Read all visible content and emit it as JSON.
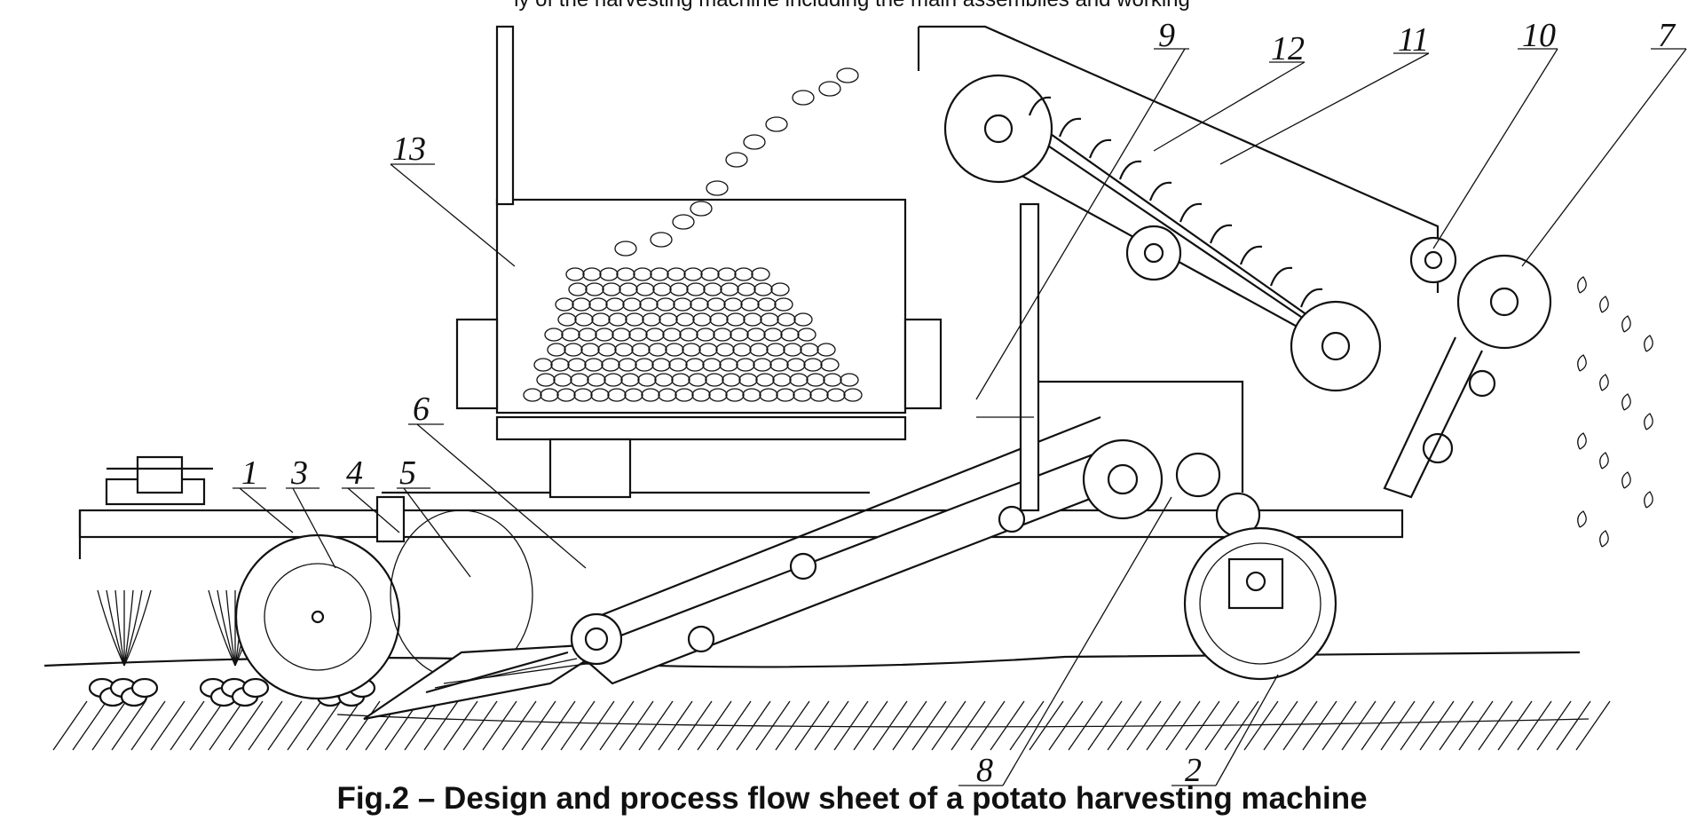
{
  "header_fragment": "ly of the harvesting machine including the main assemblies and working",
  "caption": "Fig.2 – Design and process flow sheet of a potato harvesting machine",
  "part_numbers": [
    "1",
    "2",
    "3",
    "4",
    "5",
    "6",
    "7",
    "8",
    "9",
    "10",
    "11",
    "12",
    "13"
  ],
  "colors": {
    "line": "#111111",
    "background": "#ffffff"
  }
}
